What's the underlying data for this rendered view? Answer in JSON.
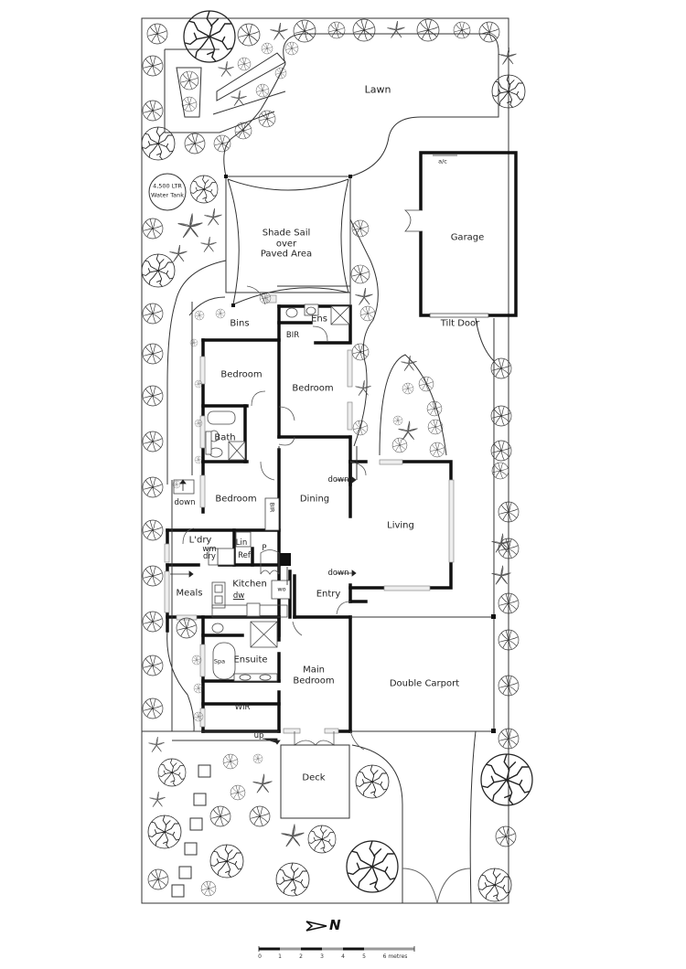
{
  "plan": {
    "type": "floor_plan",
    "rooms": {
      "lawn": "Lawn",
      "water_tank_line1": "4,500 LTR",
      "water_tank_line2": "Water Tank",
      "shade_sail_line1": "Shade Sail",
      "shade_sail_line2": "over",
      "shade_sail_line3": "Paved Area",
      "garage": "Garage",
      "ac": "a/c",
      "tilt_door": "Tilt Door",
      "bins": "Bins",
      "ensuite_small": "Ens",
      "bir_top": "BIR",
      "bedroom_1": "Bedroom",
      "bedroom_2": "Bedroom",
      "bath": "Bath",
      "bedroom_3": "Bedroom",
      "bir_mid": "BIR",
      "dining": "Dining",
      "living": "Living",
      "laundry": "L'dry",
      "wm": "wm",
      "dry": "dry",
      "lin": "Lin",
      "ref": "Ref",
      "pantry": "P",
      "kitchen": "Kitchen",
      "dw": "dw",
      "wo": "wo",
      "meals": "Meals",
      "entry": "Entry",
      "spa": "Spa",
      "ensuite": "Ensuite",
      "main_bedroom_line1": "Main",
      "main_bedroom_line2": "Bedroom",
      "wir": "WIR",
      "double_carport": "Double Carport",
      "deck": "Deck"
    },
    "stairs": {
      "down_laundry": "down",
      "down_dining": "down",
      "down_entry": "down",
      "up_deck": "up"
    },
    "compass": {
      "label": "N"
    },
    "scale_bar": {
      "ticks": [
        "0",
        "1",
        "2",
        "3",
        "4",
        "5",
        "6 metres"
      ]
    }
  }
}
